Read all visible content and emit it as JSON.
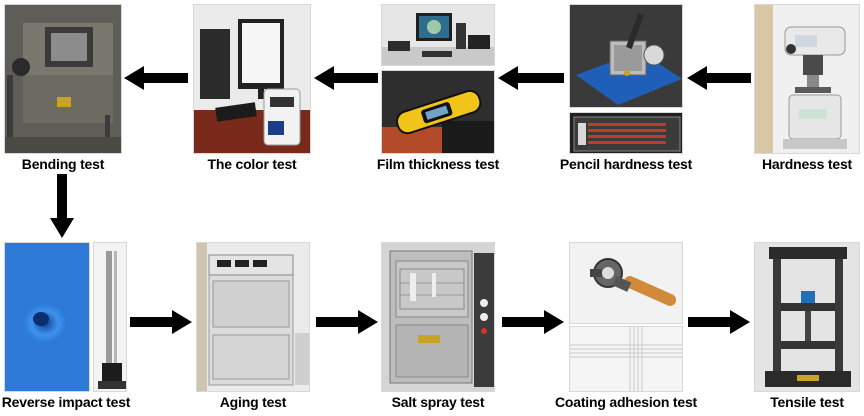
{
  "steps": [
    {
      "id": "hardness",
      "label": "Hardness test"
    },
    {
      "id": "pencil",
      "label": "Pencil hardness test"
    },
    {
      "id": "film",
      "label": "Film thickness test"
    },
    {
      "id": "color",
      "label": "The color test"
    },
    {
      "id": "bending",
      "label": "Bending test"
    },
    {
      "id": "reverse",
      "label": "Reverse impact test"
    },
    {
      "id": "aging",
      "label": "Aging test"
    },
    {
      "id": "salt",
      "label": "Salt spray test"
    },
    {
      "id": "adhesion",
      "label": "Coating adhesion test"
    },
    {
      "id": "tensile",
      "label": "Tensile test"
    }
  ],
  "colors": {
    "arrow": "#000000",
    "label": "#000000",
    "background": "#ffffff"
  }
}
